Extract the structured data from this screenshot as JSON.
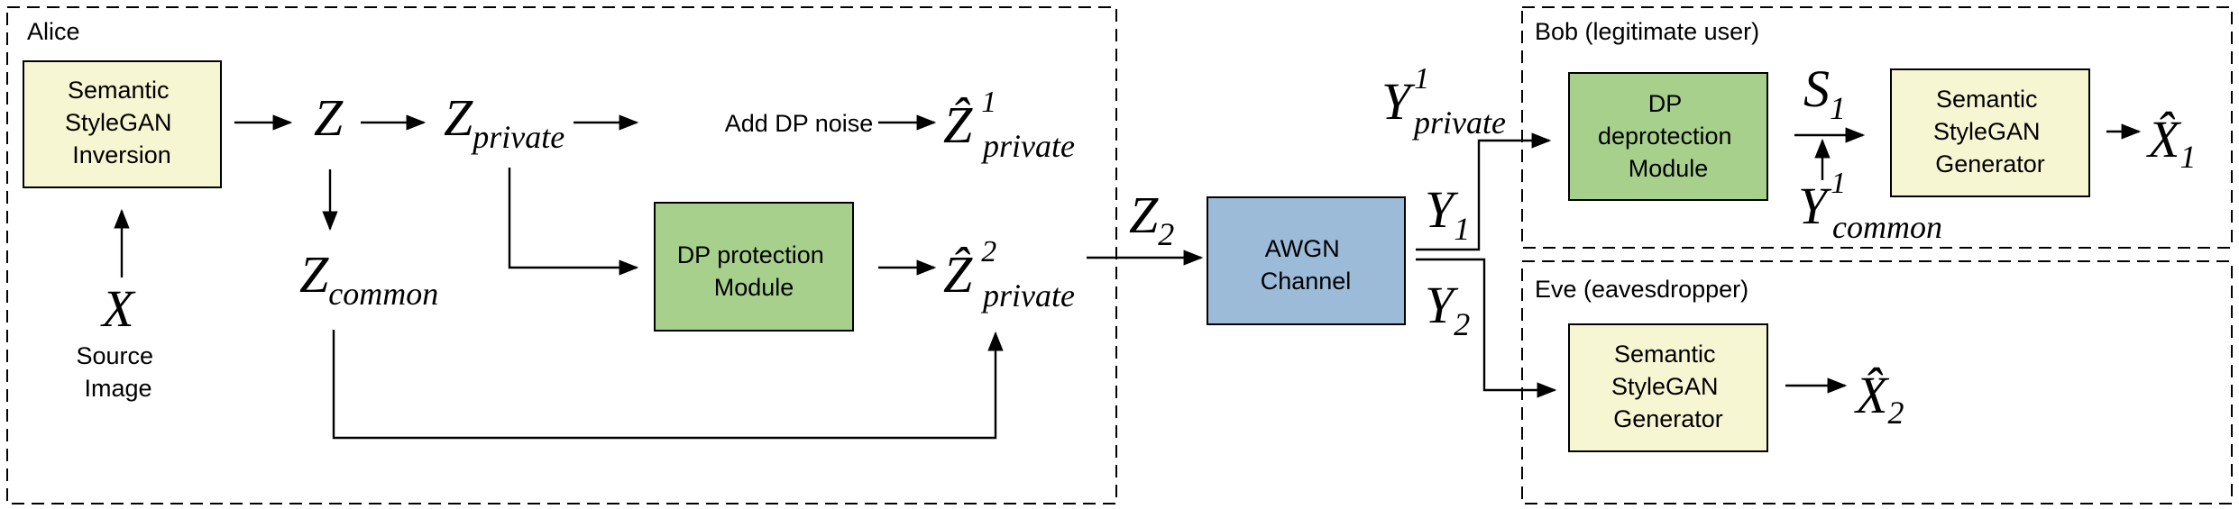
{
  "groups": {
    "alice": "Alice",
    "bob": "Bob (legitimate user)",
    "eve": "Eve (eavesdropper)"
  },
  "blocks": {
    "inversion": [
      "Semantic",
      "StyleGAN",
      "Inversion"
    ],
    "dp_protection": [
      "DP protection",
      "Module"
    ],
    "awgn": [
      "AWGN",
      "Channel"
    ],
    "dp_deprotection": [
      "DP",
      "deprotection",
      "Module"
    ],
    "bob_generator": [
      "Semantic",
      "StyleGAN",
      "Generator"
    ],
    "eve_generator": [
      "Semantic",
      "StyleGAN",
      "Generator"
    ]
  },
  "labels": {
    "source_image": [
      "Source",
      "Image"
    ],
    "add_dp_noise": "Add DP noise"
  },
  "symbols": {
    "X": "X",
    "Z": "Z",
    "Z_private": {
      "base": "Z",
      "sub": "private"
    },
    "Z_common": {
      "base": "Z",
      "sub": "common"
    },
    "Zhat1_private": {
      "base": "Ẑ",
      "sup": "1",
      "sub": "private"
    },
    "Zhat2_private": {
      "base": "Ẑ",
      "sup": "2",
      "sub": "private"
    },
    "Z2": {
      "base": "Z",
      "sub": "2"
    },
    "Y1": {
      "base": "Y",
      "sub": "1"
    },
    "Y2": {
      "base": "Y",
      "sub": "2"
    },
    "Y1_private": {
      "base": "Y",
      "sup": "1",
      "sub": "private"
    },
    "Y1_common": {
      "base": "Y",
      "sup": "1",
      "sub": "common"
    },
    "S1": {
      "base": "S",
      "sub": "1"
    },
    "Xhat1": {
      "base": "X̂",
      "sub": "1"
    },
    "Xhat2": {
      "base": "X̂",
      "sub": "2"
    }
  },
  "colors": {
    "yellow_block": "#f7f6d2",
    "green_block": "#a8d08d",
    "blue_block": "#9bbbd9"
  }
}
